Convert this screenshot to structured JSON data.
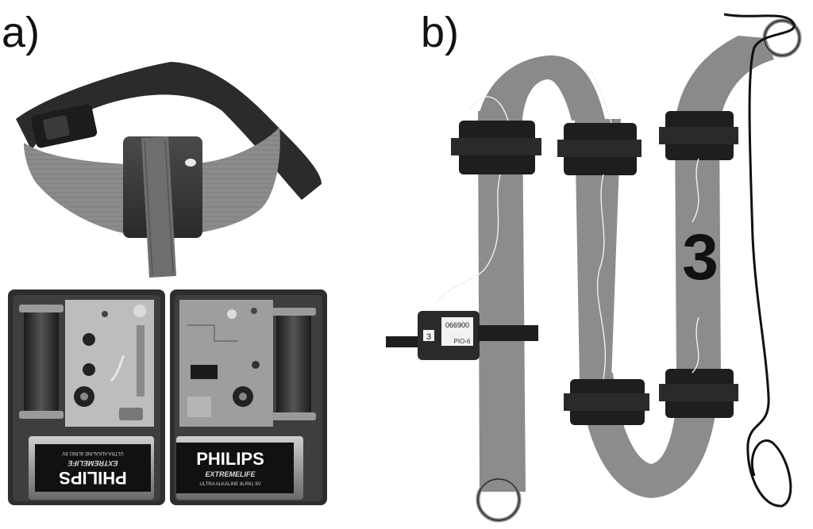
{
  "figure": {
    "panel_a_label": "a)",
    "panel_b_label": "b)"
  },
  "panel_a": {
    "battery_brand": "PHILIPS",
    "battery_line": "EXTREMELIFE",
    "battery_spec": "ULTRA ALKALINE 6LR61 9V"
  },
  "panel_b": {
    "harness_number": "3",
    "device_number": "3",
    "device_display": "066900",
    "device_model": "PIO-6"
  },
  "colors": {
    "strap": "#8a8a8a",
    "strap_dark": "#5a5a5a",
    "elastic": "#2a2a2a",
    "sensor": "#1e1e1e",
    "background": "#ffffff"
  }
}
